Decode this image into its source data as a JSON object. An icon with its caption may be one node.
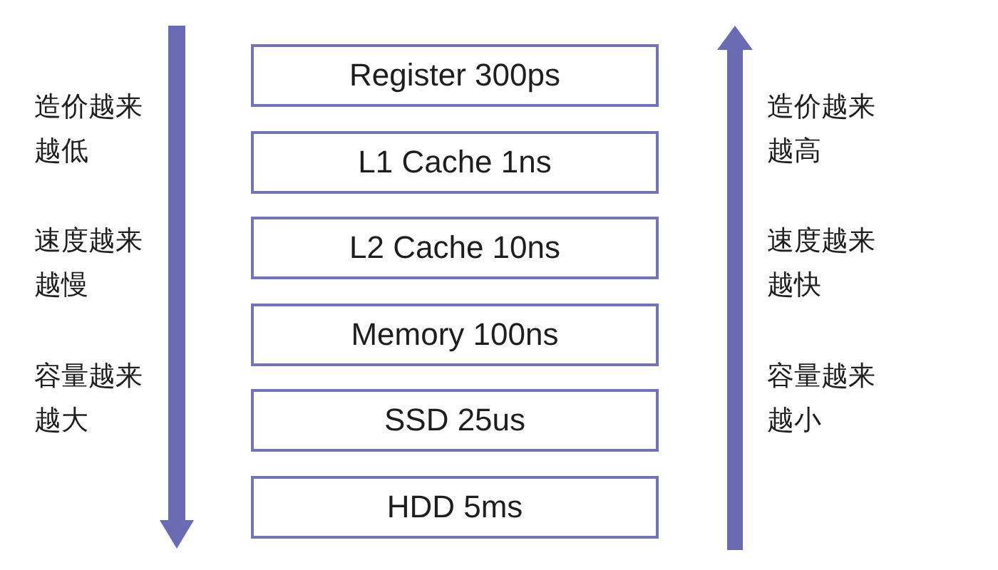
{
  "diagram": {
    "nodes": [
      {
        "text": [
          "Register 300ps"
        ]
      },
      {
        "text": [
          "L1 Cache 1ns"
        ]
      },
      {
        "text": [
          "L2 Cache 10ns"
        ]
      },
      {
        "text": [
          "Memory 100ns"
        ]
      },
      {
        "text": [
          "SSD 25us"
        ]
      },
      {
        "text": [
          "HDD 5ms"
        ]
      }
    ],
    "labels": [
      "造价越来越低",
      "造价越来越高",
      "速度越来越慢",
      "速度越来越快",
      "容量越来越大",
      "容量越来越小"
    ]
  }
}
